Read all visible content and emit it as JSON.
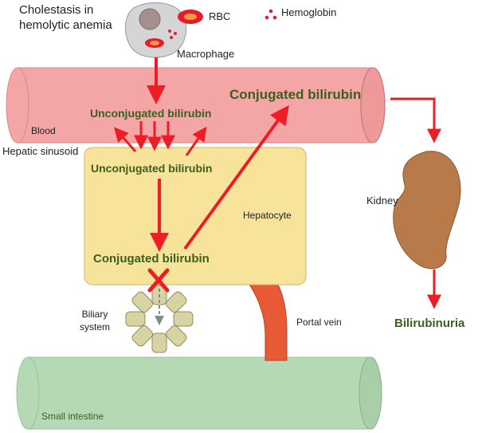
{
  "title_line1": "Cholestasis in",
  "title_line2": "hemolytic anemia",
  "legend": {
    "rbc": "RBC",
    "hemoglobin": "Hemoglobin"
  },
  "labels": {
    "macrophage": "Macrophage",
    "blood": "Blood",
    "hepatic_sinusoid": "Hepatic sinusoid",
    "unconj_blood": "Unconjugated bilirubin",
    "conj_blood": "Conjugated bilirubin",
    "unconj_hepatocyte": "Unconjugated bilirubin",
    "hepatocyte": "Hepatocyte",
    "conj_hepatocyte": "Conjugated bilirubin",
    "kidney": "Kidney",
    "bilirubinuria": "Bilirubinuria",
    "biliary_line1": "Biliary",
    "biliary_line2": "system",
    "portal_vein": "Portal vein",
    "small_intestine": "Small intestine"
  },
  "colors": {
    "arrow": "#ee1c24",
    "blood_vessel": "#f4a6a6",
    "hepatocyte": "#f7e39a",
    "intestine": "#b5d9b5",
    "kidney": "#b97a4a",
    "portal_vein": "#e85a35",
    "macrophage": "#d5d5d5",
    "biliary": "#d6d4a2",
    "text_green": "#3b5f1f"
  }
}
